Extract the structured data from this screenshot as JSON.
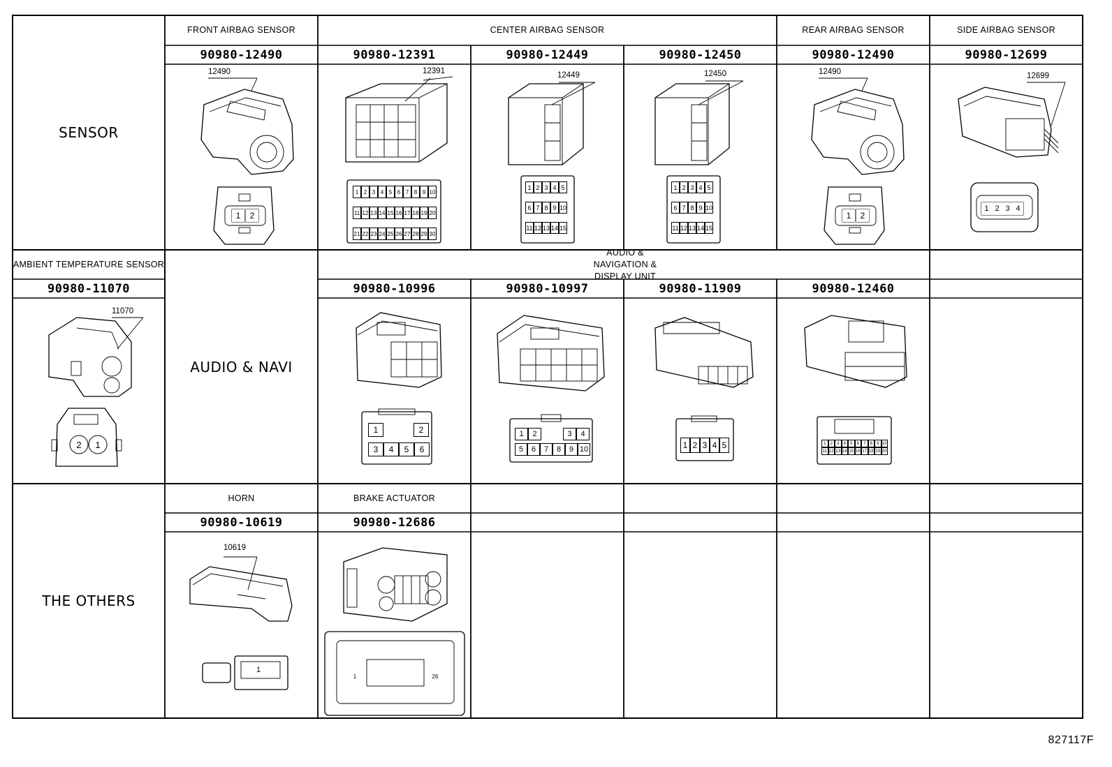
{
  "diagram_id": "827117F",
  "categories": {
    "sensor": "SENSOR",
    "audio": "AUDIO & NAVI",
    "others": "THE OTHERS"
  },
  "sections": {
    "front_airbag": "FRONT AIRBAG SENSOR",
    "center_airbag": "CENTER AIRBAG SENSOR",
    "rear_airbag": "REAR AIRBAG SENSOR",
    "side_airbag": "SIDE AIRBAG SENSOR",
    "ambient_temp": "AMBIENT TEMPERATURE SENSOR",
    "audio_nav": "AUDIO & NAVIGATION & DISPLAY UNIT",
    "horn": "HORN",
    "brake": "BRAKE ACTUATOR"
  },
  "part_numbers": {
    "front": "90980-12490",
    "center1": "90980-12391",
    "center2": "90980-12449",
    "center3": "90980-12450",
    "rear": "90980-12490",
    "side": "90980-12699",
    "ambient": "90980-11070",
    "audio1": "90980-10996",
    "audio2": "90980-10997",
    "audio3": "90980-11909",
    "audio4": "90980-12460",
    "horn": "90980-10619",
    "brake": "90980-12686"
  },
  "codes": {
    "front": "12490",
    "center1": "12391",
    "center2": "12449",
    "center3": "12450",
    "rear": "12490",
    "side": "12699",
    "ambient": "11070",
    "horn": "10619"
  },
  "pins": {
    "front": [
      "1",
      "2"
    ],
    "rear": [
      "1",
      "2"
    ],
    "side": [
      "1",
      "2",
      "3",
      "4"
    ],
    "ambient": [
      "2",
      "1"
    ],
    "center1_rows": [
      [
        "1",
        "2",
        "3",
        "4",
        "5",
        "6",
        "7",
        "8",
        "9",
        "10"
      ],
      [
        "11",
        "12",
        "13",
        "14",
        "15",
        "16",
        "17",
        "18",
        "19",
        "20"
      ],
      [
        "21",
        "22",
        "23",
        "24",
        "25",
        "26",
        "27",
        "28",
        "29",
        "30"
      ]
    ],
    "center_15_rows": [
      [
        "1",
        "2",
        "3",
        "4",
        "5"
      ],
      [
        "6",
        "7",
        "8",
        "9",
        "10"
      ],
      [
        "11",
        "12",
        "13",
        "14",
        "15"
      ]
    ],
    "audio1_top": [
      "1",
      "2"
    ],
    "audio1_bottom": [
      "3",
      "4",
      "5",
      "6"
    ],
    "audio2_top_left": [
      "1",
      "2"
    ],
    "audio2_top_right": [
      "3",
      "4"
    ],
    "audio2_bottom": [
      "5",
      "6",
      "7",
      "8",
      "9",
      "10"
    ],
    "audio3": [
      "1",
      "2",
      "3",
      "4",
      "5"
    ],
    "audio4_rows": [
      [
        "1",
        "2",
        "3",
        "4",
        "5",
        "6",
        "7",
        "8",
        "9",
        "10"
      ],
      [
        "11",
        "12",
        "13",
        "14",
        "15",
        "16",
        "17",
        "18",
        "19",
        "20"
      ]
    ],
    "horn": [
      "1"
    ],
    "brake_side": [
      "1",
      "26"
    ]
  }
}
